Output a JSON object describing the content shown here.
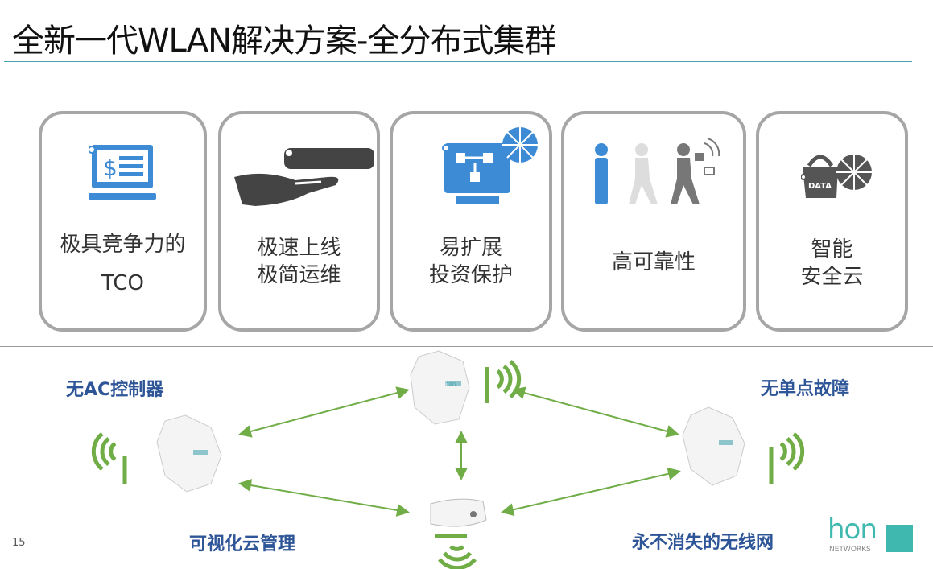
{
  "title": "全新一代WLAN解决方案-全分布式集群",
  "cards": [
    {
      "line1": "极具竞争力的",
      "line2": "TCO",
      "icon": "monitor-dollar-icon"
    },
    {
      "line1": "极速上线",
      "line2": "极简运维",
      "icon": "hand-device-icon"
    },
    {
      "line1": "易扩展",
      "line2": "投资保护",
      "icon": "monitor-network-icon"
    },
    {
      "line1": "高可靠性",
      "icon": "walking-people-icon"
    },
    {
      "line1": "智能",
      "line2": "安全云",
      "icon": "data-bag-icon",
      "badge": "DATA"
    }
  ],
  "diagram": {
    "labels": [
      "无AC控制器",
      "可视化云管理",
      "无单点故障",
      "永不消失的无线网"
    ],
    "ap_brand": "hon"
  },
  "logo": {
    "main": "hon",
    "sub": "NETWORKS"
  },
  "page_number": "15",
  "colors": {
    "blue": "#2e5597",
    "green": "#70ad47",
    "icon_blue": "#3d8bd4",
    "gray": "#a6a6a6"
  }
}
